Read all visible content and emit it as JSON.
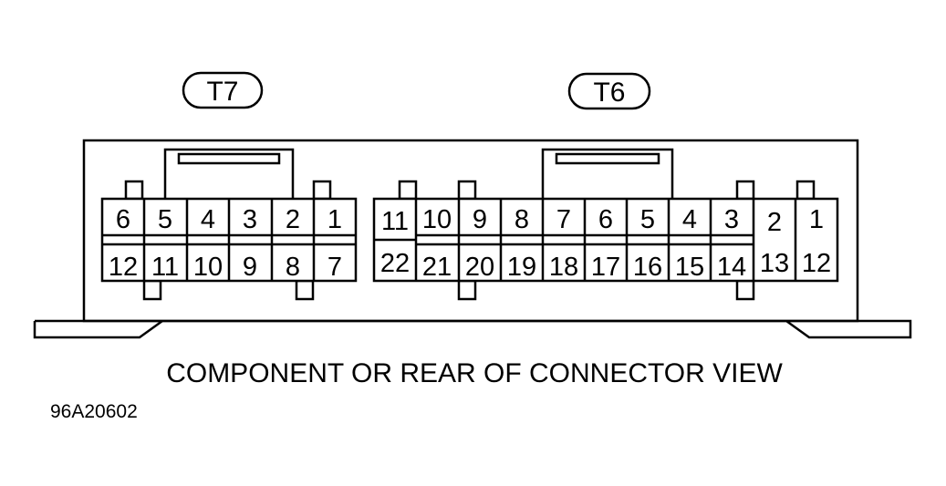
{
  "connectors": {
    "t7": {
      "label": "T7",
      "top_row": [
        "6",
        "5",
        "4",
        "3",
        "2",
        "1"
      ],
      "bottom_row": [
        "12",
        "11",
        "10",
        "9",
        "8",
        "7"
      ]
    },
    "t6": {
      "label": "T6",
      "top_row": [
        "11",
        "10",
        "9",
        "8",
        "7",
        "6",
        "5",
        "4",
        "3",
        "2",
        "1"
      ],
      "bottom_row": [
        "22",
        "21",
        "20",
        "19",
        "18",
        "17",
        "16",
        "15",
        "14",
        "13",
        "12"
      ]
    }
  },
  "caption": "COMPONENT OR REAR OF CONNECTOR VIEW",
  "figure_id": "96A20602"
}
